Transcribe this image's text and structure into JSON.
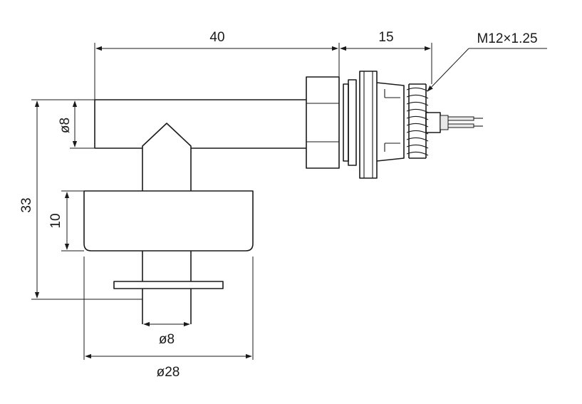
{
  "dimensions": {
    "stem_length": "40",
    "thread_length": "15",
    "thread_spec": "M12×1.25",
    "stem_diameter": "ø8",
    "overall_height": "33",
    "float_height": "10",
    "inner_diameter": "ø8",
    "float_diameter": "ø28"
  },
  "colors": {
    "line": "#1a1a1a",
    "background": "#ffffff"
  }
}
